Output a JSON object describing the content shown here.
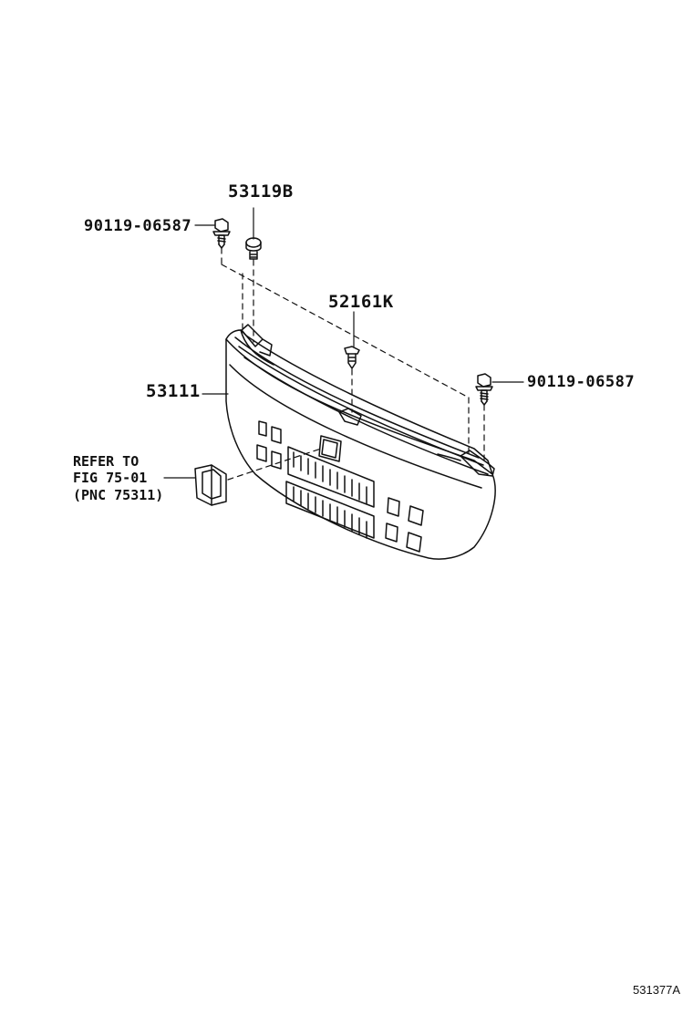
{
  "diagram": {
    "parts": {
      "bolt_left": "90119-06587",
      "clip_top": "53119B",
      "clip_center": "52161K",
      "bolt_right": "90119-06587",
      "grille": "53111"
    },
    "reference_note": {
      "line1": "REFER TO",
      "line2": "FIG 75-01",
      "line3": "(PNC 75311)"
    },
    "figure_code": "531377A"
  },
  "colors": {
    "ink": "#111111",
    "background": "#ffffff"
  }
}
